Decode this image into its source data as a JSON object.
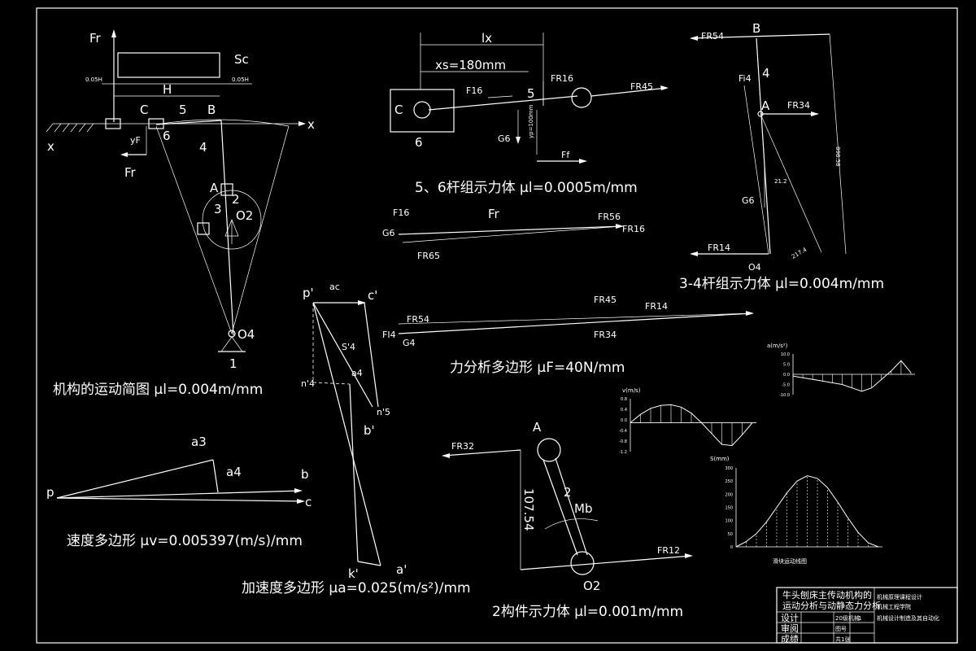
{
  "titles": {
    "mechanism": "机构的运动简图 μl=0.004m/mm",
    "group56": "5、6杆组示力体 μl=0.0005m/mm",
    "group34": "3-4杆组示力体 μl=0.004m/mm",
    "force_polygon": "力分析多边形 μF=40N/mm",
    "velocity": "速度多边形 μv=0.005397(m/s)/mm",
    "accel": "加速度多边形 μa=0.025(m/s²)/mm",
    "member2": "2构件示力体 μl=0.001m/mm",
    "motion_graph": "滑块运动线图"
  },
  "mechanism": {
    "Fr": "Fr",
    "Sc": "Sc",
    "H": "H",
    "h005a": "0.05H",
    "h005b": "0.05H",
    "C": "C",
    "five": "5",
    "B": "B",
    "x_left": "x",
    "x_right": "x",
    "yF": "yF",
    "six": "6",
    "four": "4",
    "Fr_low": "Fr",
    "A": "A",
    "two": "2",
    "three": "3",
    "O2": "O2",
    "O4": "O4",
    "one": "1"
  },
  "g56": {
    "lx": "lx",
    "xs": "xs=180mm",
    "FR16": "FR16",
    "FR45": "FR45",
    "F16": "F16",
    "five": "5",
    "C": "C",
    "six": "6",
    "G6": "G6",
    "yp": "yp=100mm",
    "Ff": "Ff"
  },
  "g34": {
    "FR54": "FR54",
    "B": "B",
    "four": "4",
    "Fi4": "Fi4",
    "A": "A",
    "FR34": "FR34",
    "dim1": "898.58",
    "dim2": "21.2",
    "G6": "G6",
    "FR14": "FR14",
    "O4": "O4",
    "dim3": "217.4"
  },
  "small_poly": {
    "F16": "F16",
    "Fr": "Fr",
    "FR56": "FR56",
    "G6": "G6",
    "FR16": "FR16",
    "FR65": "FR65"
  },
  "force_poly": {
    "FR54": "FR54",
    "FR45": "FR45",
    "FR14": "FR14",
    "FI4": "FI4",
    "G4": "G4",
    "FR34": "FR34"
  },
  "accel_poly": {
    "p": "p'",
    "ac": "ac",
    "c": "c'",
    "S4": "S'4",
    "n4": "n'4",
    "a4": "a4",
    "n5": "n'5",
    "b": "b'",
    "k": "k'",
    "a": "a'"
  },
  "vel_poly": {
    "a3": "a3",
    "a4": "a4",
    "b": "b",
    "p": "p",
    "c": "c"
  },
  "member2": {
    "A": "A",
    "FR32": "FR32",
    "two": "2",
    "Mb": "Mb",
    "dim": "107.54",
    "FR12": "FR12",
    "O2": "O2"
  },
  "title_block": {
    "line1": "牛头刨床主传动机构的",
    "line2": "运动分析与动静态力分析",
    "r1": "设计",
    "r2": "审阅",
    "r3": "成绩",
    "cell1": "20级机械",
    "cell2": "1",
    "cell3": "图号",
    "cell4": "共1张",
    "note1": "机械原理课程设计",
    "note2": "机械工程学院",
    "note3": "机械设计制造及其自动化"
  },
  "chart_data": [
    {
      "type": "line",
      "title": "",
      "ylabel": "a(m/s²)",
      "x": [
        0,
        1,
        2,
        3,
        4,
        5,
        6,
        7,
        8,
        9,
        10,
        11,
        12
      ],
      "values": [
        -1,
        -2,
        -3,
        -4,
        -5,
        -6,
        -8,
        -10,
        -8,
        -3,
        2,
        8,
        1
      ],
      "yticks": [
        "10.0",
        "5.0",
        "0.0",
        "-5.0",
        "-10.0"
      ],
      "ylim": [
        -12,
        12
      ]
    },
    {
      "type": "line",
      "title": "",
      "ylabel": "v(m/s)",
      "x": [
        0,
        1,
        2,
        3,
        4,
        5,
        6,
        7,
        8,
        9,
        10,
        11,
        12
      ],
      "values": [
        0,
        0.35,
        0.6,
        0.72,
        0.75,
        0.65,
        0.4,
        0,
        -0.45,
        -0.9,
        -0.95,
        -0.5,
        0
      ],
      "yticks": [
        "0.8",
        "0.4",
        "0.0",
        "-0.4",
        "-0.8",
        "-1.2"
      ],
      "ylim": [
        -1.2,
        1.0
      ]
    },
    {
      "type": "line",
      "title": "",
      "ylabel": "S(mm)",
      "x": [
        0,
        1,
        2,
        3,
        4,
        5,
        6,
        7,
        8,
        9,
        10,
        11,
        12,
        13,
        14
      ],
      "values": [
        0,
        20,
        50,
        95,
        150,
        205,
        250,
        270,
        260,
        225,
        170,
        110,
        55,
        15,
        0
      ],
      "yticks": [
        "300",
        "250",
        "200",
        "150",
        "100",
        "50",
        "0"
      ],
      "ylim": [
        0,
        300
      ]
    }
  ]
}
